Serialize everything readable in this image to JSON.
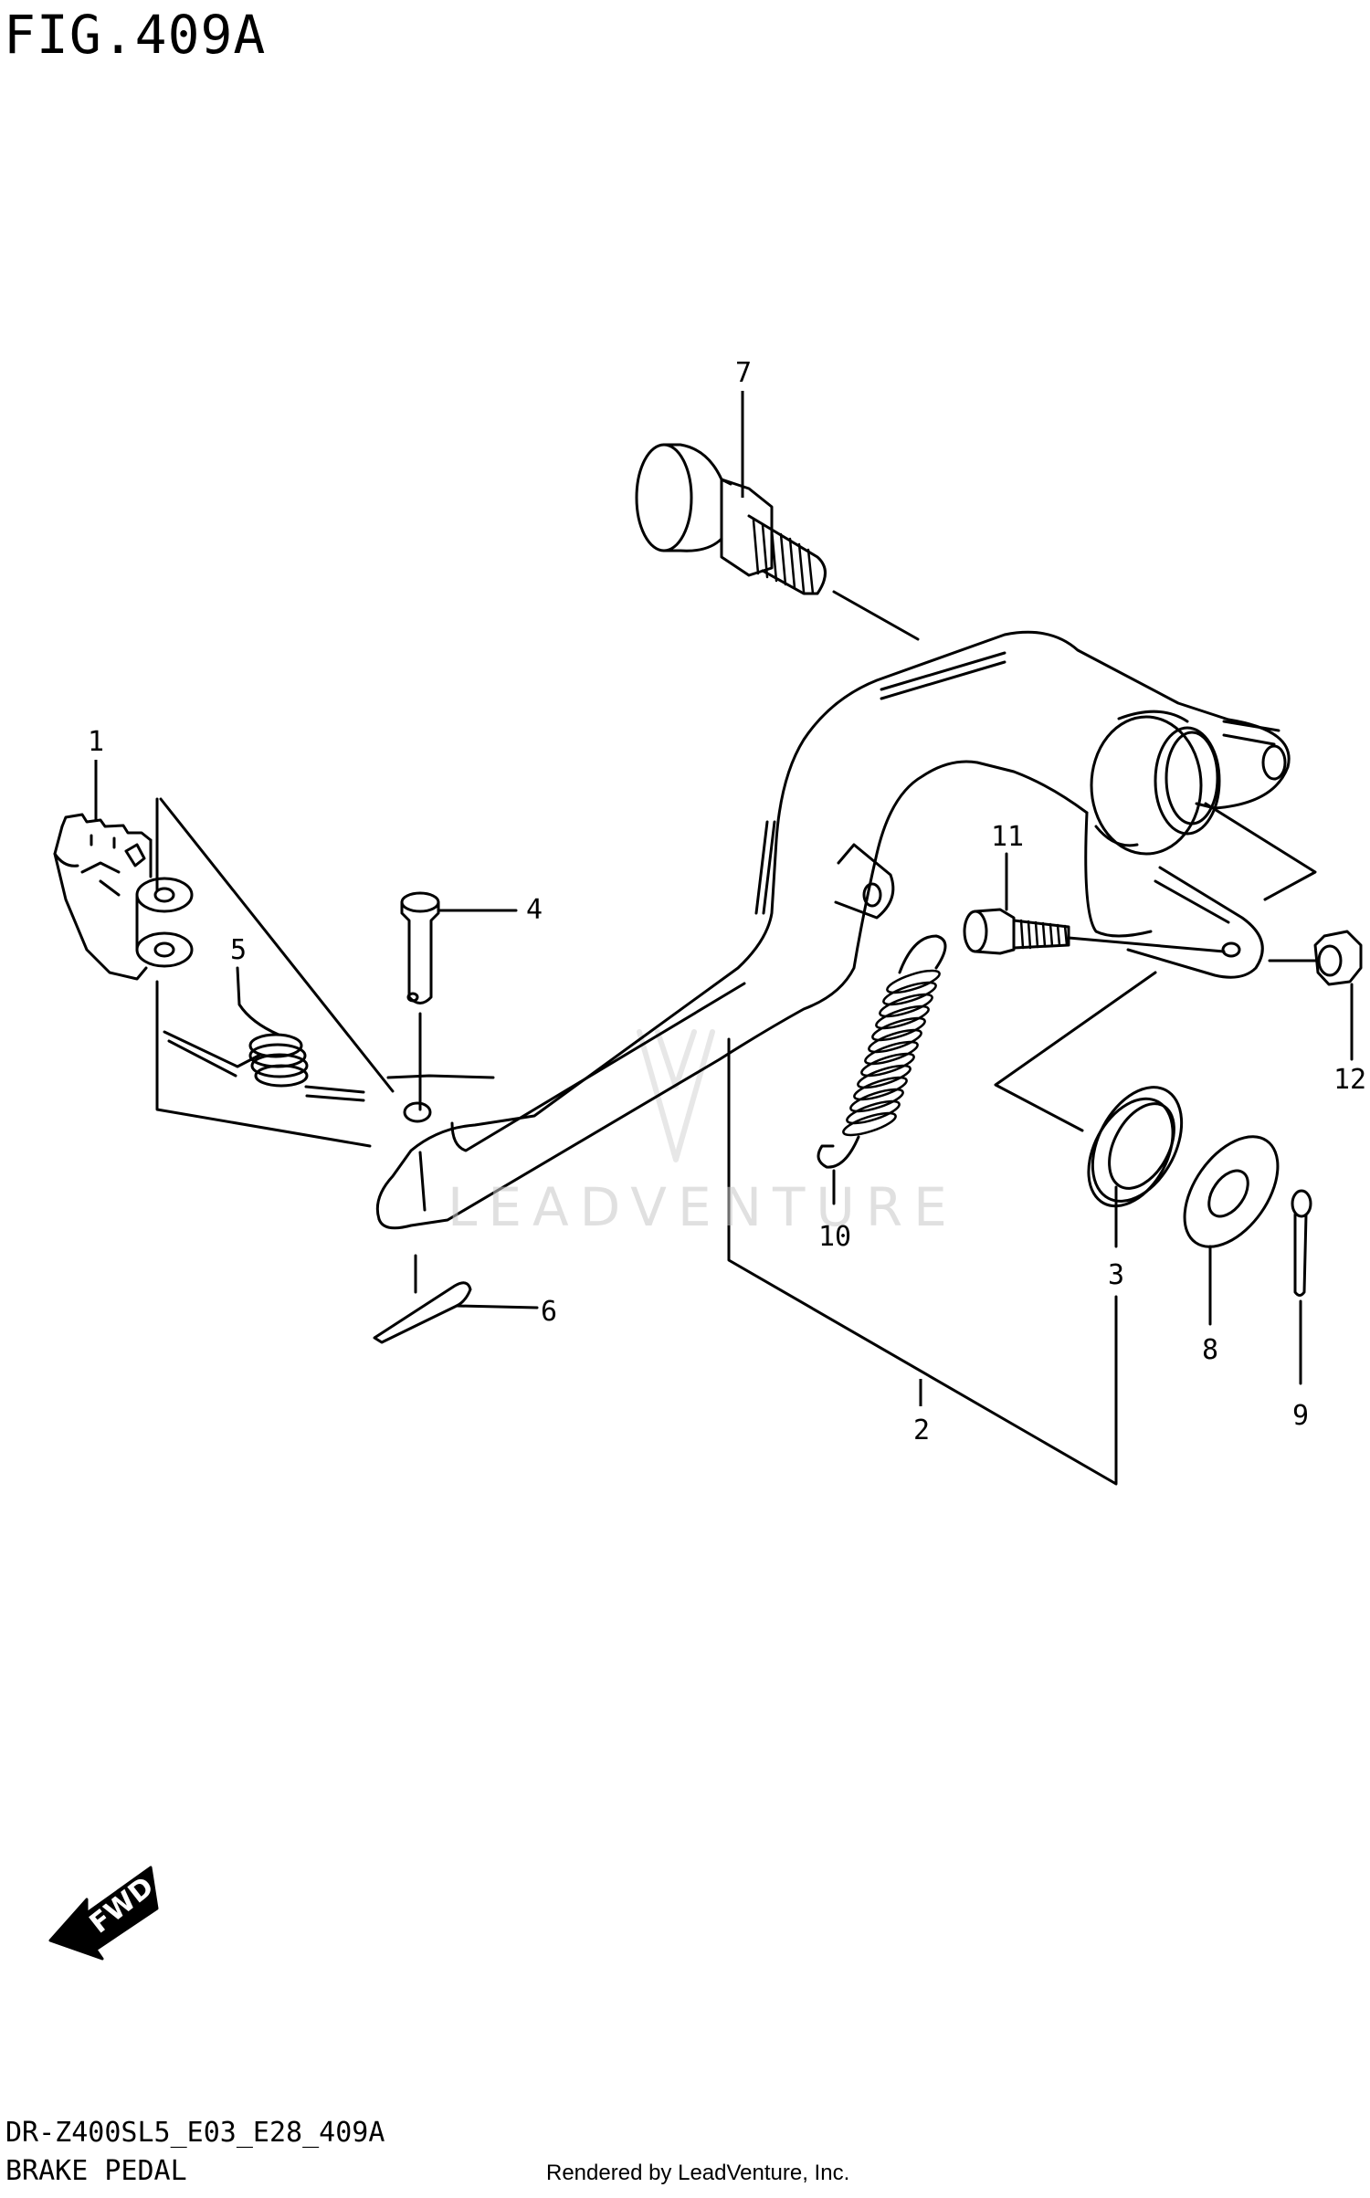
{
  "figure": "FIG.409A",
  "model_code": "DR-Z400SL5_E03_E28_409A",
  "caption": "BRAKE PEDAL",
  "credit": "Rendered by LeadVenture, Inc.",
  "watermark": "LEADVENTURE",
  "fwd_label": "FWD",
  "callouts": {
    "c1": "1",
    "c2": "2",
    "c3": "3",
    "c4": "4",
    "c5": "5",
    "c6": "6",
    "c7": "7",
    "c8": "8",
    "c9": "9",
    "c10": "10",
    "c11": "11",
    "c12": "12"
  },
  "colors": {
    "line": "#000000",
    "background": "#ffffff",
    "watermark": "#c8c8c8"
  }
}
